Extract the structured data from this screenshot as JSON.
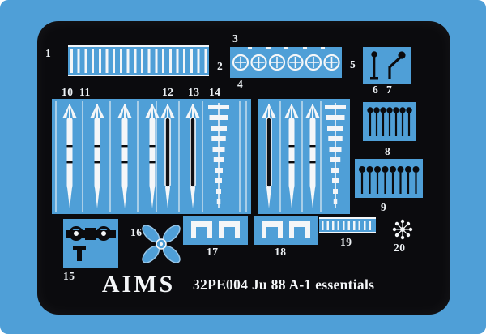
{
  "colors": {
    "background_blue": "#4f9fd7",
    "fret_black": "#0b0b0e",
    "parts_white": "#f4f6f8"
  },
  "brand": "AIMS",
  "product_title": "32PE004 Ju 88 A-1 essentials",
  "part_labels": {
    "1": "1",
    "2": "2",
    "3": "3",
    "4": "4",
    "5": "5",
    "6": "6",
    "7": "7",
    "8": "8",
    "9": "9",
    "10": "10",
    "11": "11",
    "12": "12",
    "13": "13",
    "14": "14",
    "15": "15",
    "16": "16",
    "17": "17",
    "18": "18",
    "19": "19",
    "20": "20"
  }
}
